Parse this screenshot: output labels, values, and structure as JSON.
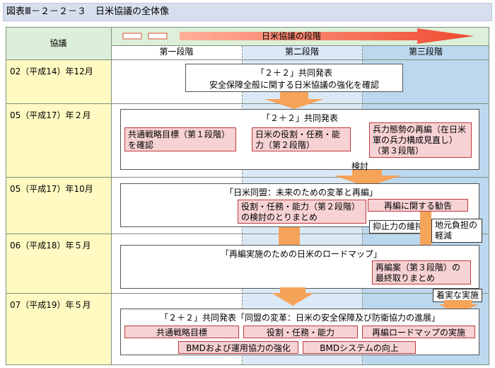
{
  "title": "図表Ⅲ－２－２－３　日米協議の全体像",
  "header": {
    "kyougi": "協議",
    "dankai_label": "日米協議の段階",
    "stages": [
      "第一段階",
      "第二段階",
      "第三段階"
    ]
  },
  "rows": [
    {
      "date": "02（平成14）年12月",
      "heading": "「２＋２」共同発表",
      "body": "安全保障全般に関する日米協議の強化を確認"
    },
    {
      "date": "05（平成17）年２月",
      "heading": "「２＋２」共同発表",
      "items": [
        "共通戦略目標（第１段階）を確認",
        "日米の役割・任務・能力（第２段階）",
        "兵力態勢の再編（在日米軍の兵力構成見直し）（第３段階）"
      ]
    },
    {
      "date": "05（平成17）年10月",
      "heading": "「日米同盟：未来のための変革と再編」",
      "items": [
        "役割・任務・能力（第２段階）の検討のとりまとめ",
        "再編に関する勧告"
      ],
      "tags": [
        "抑止力の維持",
        "地元負担の軽減"
      ]
    },
    {
      "date": "06（平成18）年５月",
      "heading": "「再編実施のための日米のロードマップ」",
      "items": [
        "再編案（第３段階）の最終取りまとめ"
      ]
    },
    {
      "date": "07（平成19）年５月",
      "heading": "「２＋２」共同発表「同盟の変革：日米の安全保障及び防衛協力の進展」",
      "items": [
        "共通戦略目標",
        "役割・任務・能力",
        "再編ロードマップの実施",
        "BMDおよび運用協力の強化",
        "BMDシステムの向上"
      ]
    }
  ],
  "arrow_labels": {
    "kentou": "検討",
    "chakujitsu": "着実な実施"
  },
  "colors": {
    "stage1_bg": "#ffffff",
    "stage2_bg": "#dbe9f7",
    "stage3_bg": "#bcd8ee",
    "date_col_bg": "#fff9c2",
    "header_bg": "#dcefd8",
    "pink_box": "#f7d2d4",
    "pink_border": "#c0393d",
    "orange_arrow": "#f6a35a",
    "red_arrow": "#f05a4a"
  }
}
